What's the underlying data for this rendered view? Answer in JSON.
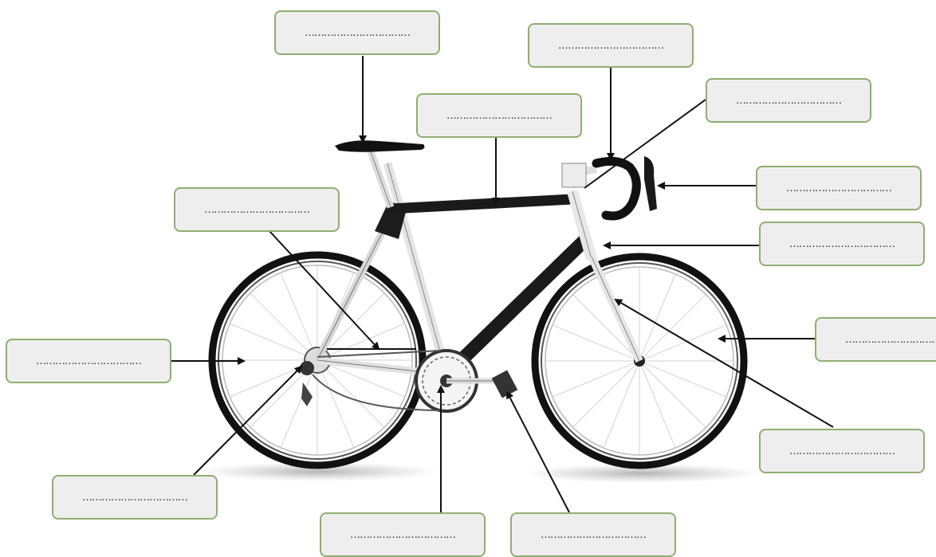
{
  "diagram": {
    "blank_text": "……………………………",
    "labels": [
      {
        "id": "saddle",
        "text": "……………………………"
      },
      {
        "id": "handlebar-stem",
        "text": "……………………………"
      },
      {
        "id": "brake-lever",
        "text": "……………………………"
      },
      {
        "id": "top-tube",
        "text": "……………………………"
      },
      {
        "id": "handlebar",
        "text": "……………………………"
      },
      {
        "id": "seat-tube",
        "text": "……………………………"
      },
      {
        "id": "head-tube",
        "text": "……………………………"
      },
      {
        "id": "rear-wheel",
        "text": "……………………………"
      },
      {
        "id": "front-wheel",
        "text": "……………………………"
      },
      {
        "id": "fork",
        "text": "……………………………"
      },
      {
        "id": "derailleur",
        "text": "……………………………"
      },
      {
        "id": "chainring",
        "text": "……………………………"
      },
      {
        "id": "pedal",
        "text": "……………………………"
      }
    ]
  }
}
